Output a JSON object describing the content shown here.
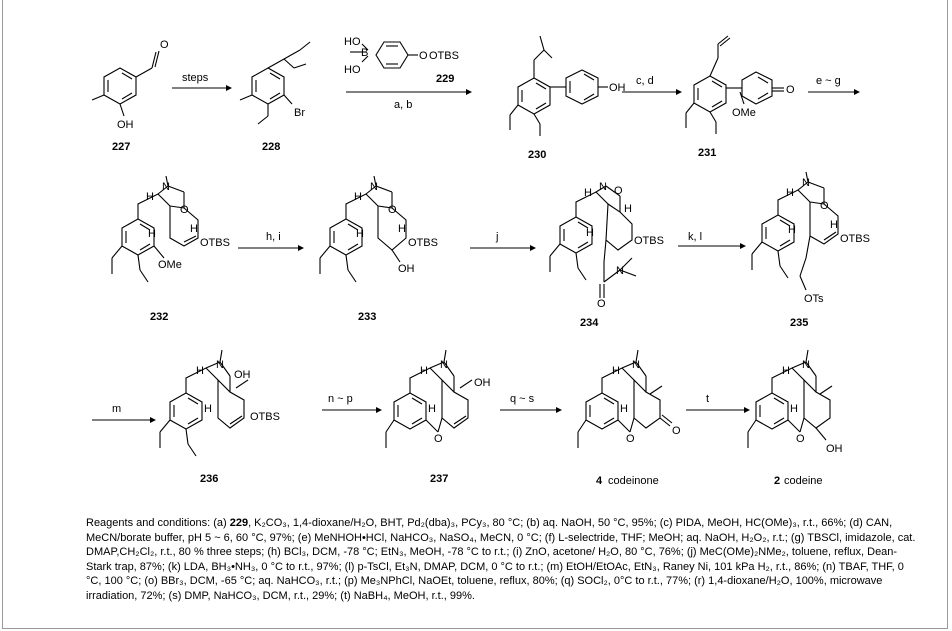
{
  "compounds": {
    "c227": "227",
    "c228": "228",
    "c229": "229",
    "c230": "230",
    "c231": "231",
    "c232": "232",
    "c233": "233",
    "c234": "234",
    "c235": "235",
    "c236": "236",
    "c237": "237",
    "codeinone_num": "4",
    "codeinone_name": "codeinone",
    "codeine_num": "2",
    "codeine_name": "codeine"
  },
  "arrows": {
    "steps": "steps",
    "ab": "a, b",
    "cd": "c, d",
    "eg": "e ~ g",
    "hi": "h, i",
    "j": "j",
    "kl": "k, l",
    "m": "m",
    "np": "n ~ p",
    "qs": "q ~ s",
    "t": "t"
  },
  "groups": {
    "OH": "OH",
    "OTBS": "OTBS",
    "OMe": "OMe",
    "OTs": "OTs",
    "Br": "Br",
    "H": "H",
    "N": "N",
    "O": "O",
    "B": "B",
    "HO": "HO"
  },
  "footnote": {
    "p1": "Reagents and conditions: (a) ",
    "p1b": "229",
    "p2": ", K₂CO₃, 1,4-dioxane/H₂O, BHT, Pd₂(dba)₃, PCy₃, 80 °C; (b) aq. NaOH, 50 °C, 95%; (c) PIDA, MeOH, HC(OMe)₃, r.t., 66%; (d) CAN, MeCN/borate buffer, pH 5 ~ 6, 60 °C, 97%; (e) MeNHOH•HCl, NaHCO₃, NaSO₄, MeCN, 0 °C; (f) L-selectride, THF; MeOH; aq. NaOH, H₂O₂, r.t.; (g) TBSCl, imidazole, cat. DMAP,CH₂Cl₂, r.t., 80 % three steps; (h) BCl₃, DCM, -78 °C; EtN₃, MeOH, -78 °C to r.t.; (i) ZnO, acetone/ H₂O, 80 °C, 76%; (j) MeC(OMe)₂NMe₂, toluene, reflux, Dean-Stark trap, 87%; (k) LDA, BH₃•NH₃, 0 °C to r.t., 97%; (l) p-TsCl, Et₃N, DMAP, DCM, 0 °C to r.t.; (m) EtOH/EtOAc, EtN₃, Raney Ni, 101 kPa  H₂, r.t., 86%; (n) TBAF, THF, 0 °C, 100 °C; (o) BBr₃, DCM, -65 °C; aq. NaHCO₃, r.t.; (p) Me₃NPhCl, NaOEt, toluene, reflux, 80%; (q) SOCl₂, 0°C to r.t., 77%; (r) 1,4-dioxane/H₂O, 100%, microwave irradiation, 72%; (s) DMP, NaHCO₃, DCM, r.t., 29%; (t) NaBH₄, MeOH, r.t., 99%."
  }
}
